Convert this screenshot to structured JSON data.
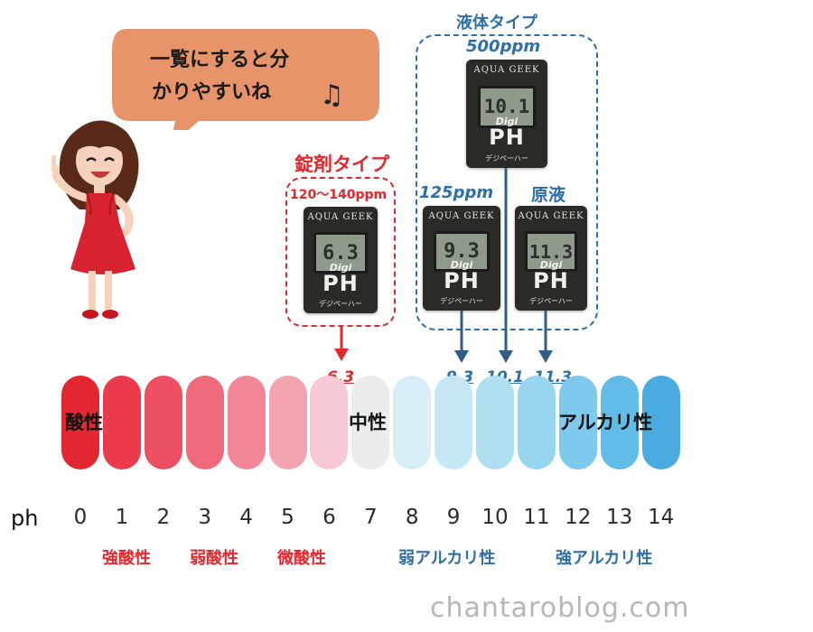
{
  "bubble": {
    "line1": "一覧にすると分",
    "line2": "かりやすいね",
    "note_icon": "♫"
  },
  "tablet": {
    "title": "錠剤タイプ",
    "range": "120～140ppm",
    "meter": {
      "brand": "AQUA GEEK",
      "reading": "6.3",
      "logo_digi": "Digi",
      "logo_ph": "PH",
      "logo_sub": "デジペーハー"
    },
    "value": "6.3",
    "color": "#e0282e"
  },
  "liquid": {
    "title": "液体タイプ",
    "ppm500": "500ppm",
    "ppm125": "125ppm",
    "stock": "原液",
    "meter500": {
      "brand": "AQUA GEEK",
      "reading": "10.1",
      "logo_digi": "Digi",
      "logo_ph": "PH",
      "logo_sub": "デジペーハー"
    },
    "meter125": {
      "brand": "AQUA GEEK",
      "reading": "9.3",
      "logo_digi": "Digi",
      "logo_ph": "PH",
      "logo_sub": "デジペーハー"
    },
    "meterStock": {
      "brand": "AQUA GEEK",
      "reading": "11.3",
      "logo_digi": "Digi",
      "logo_ph": "PH",
      "logo_sub": "デジペーハー"
    },
    "value125": "9.3",
    "value500": "10.1",
    "valueStock": "11.3",
    "color": "#2f6fa8"
  },
  "scale": {
    "zone_acid": "酸性",
    "zone_neutral": "中性",
    "zone_alkali": "アルカリ性",
    "ph_label": "ph",
    "ticks": [
      "0",
      "1",
      "2",
      "3",
      "4",
      "5",
      "6",
      "7",
      "8",
      "9",
      "10",
      "11",
      "12",
      "13",
      "14"
    ],
    "segment_colors": [
      "#e32730",
      "#ea3a4b",
      "#ed5063",
      "#ef6b7c",
      "#f28596",
      "#f4a3b3",
      "#f7c9d3",
      "#ececec",
      "#d7eef7",
      "#c5e7f3",
      "#b0dff0",
      "#98d5ee",
      "#7ecaec",
      "#62bce8",
      "#49abe0"
    ]
  },
  "categories": {
    "strong_acid": "強酸性",
    "weak_acid": "弱酸性",
    "slight_acid": "微酸性",
    "weak_alkali": "弱アルカリ性",
    "strong_alkali": "強アルカリ性",
    "acid_color": "#e0282e",
    "alkali_color": "#2f6fa8"
  },
  "watermark": "chantaroblog.com"
}
